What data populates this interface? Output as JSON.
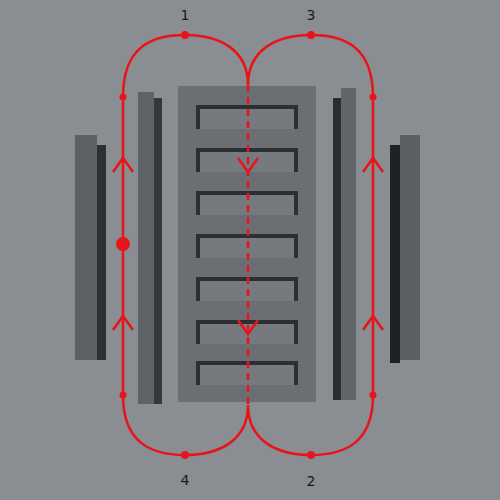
{
  "diagram": {
    "labels": [
      "1",
      "3",
      "4",
      "2"
    ]
  }
}
